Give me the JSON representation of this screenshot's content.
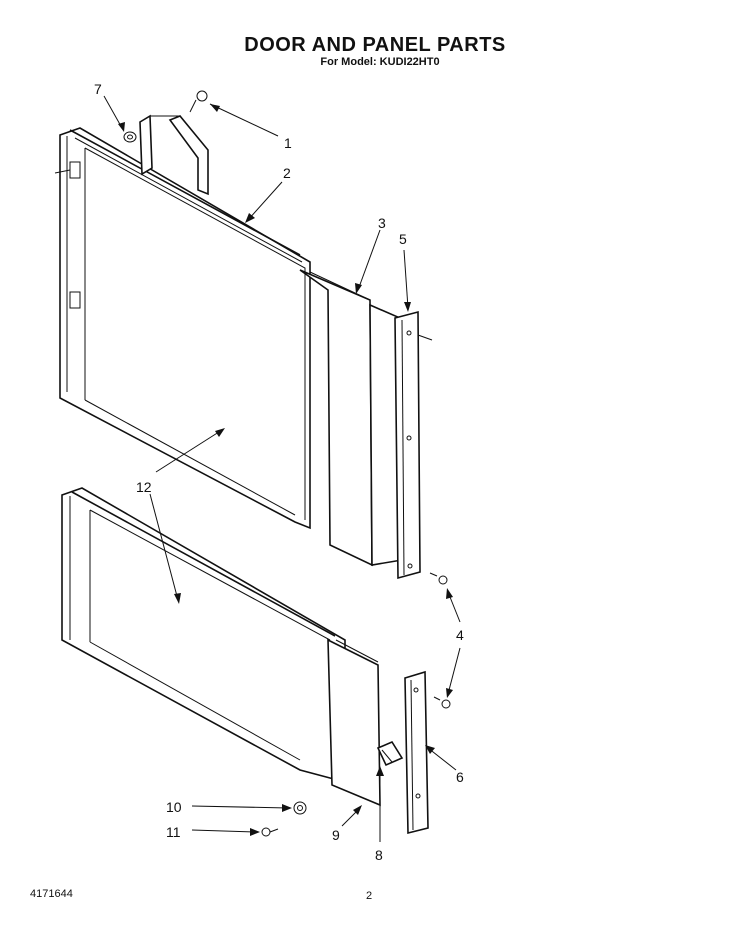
{
  "title": "DOOR AND PANEL PARTS",
  "subtitle": "For Model: KUDI22HT0",
  "footer": {
    "doc_number": "4171644",
    "page_number": "2"
  },
  "callouts": [
    "1",
    "2",
    "3",
    "4",
    "5",
    "6",
    "7",
    "8",
    "9",
    "10",
    "11",
    "12",
    "12"
  ]
}
